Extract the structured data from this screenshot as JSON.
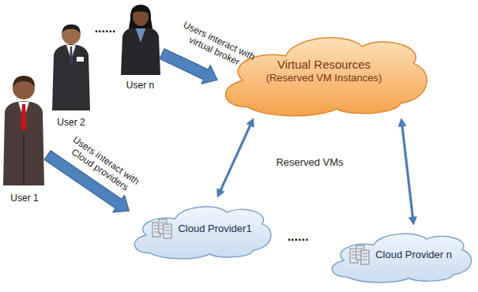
{
  "diagram": {
    "nodes": [
      {
        "text": [
          "User 1"
        ]
      },
      {
        "text": [
          "User 2"
        ]
      },
      {
        "text": [
          "User n"
        ]
      },
      {
        "text": [
          "Virtual Resources",
          "(Reserved VM Instances)"
        ]
      },
      {
        "text": [
          "Cloud Provider1"
        ]
      },
      {
        "text": [
          "Cloud Provider n"
        ]
      }
    ],
    "edges": [
      {
        "from": 2,
        "to": 3,
        "arrow": "to",
        "label": "Users interact with virtual broker"
      },
      {
        "from": 0,
        "to": 4,
        "arrow": "to",
        "label": "Users interact with Cloud providers"
      },
      {
        "from": 3,
        "to": 4,
        "arrow": "both"
      },
      {
        "from": 3,
        "to": 5,
        "arrow": "both"
      }
    ],
    "labels": [
      "......",
      "Reserved VMs",
      "......"
    ]
  }
}
